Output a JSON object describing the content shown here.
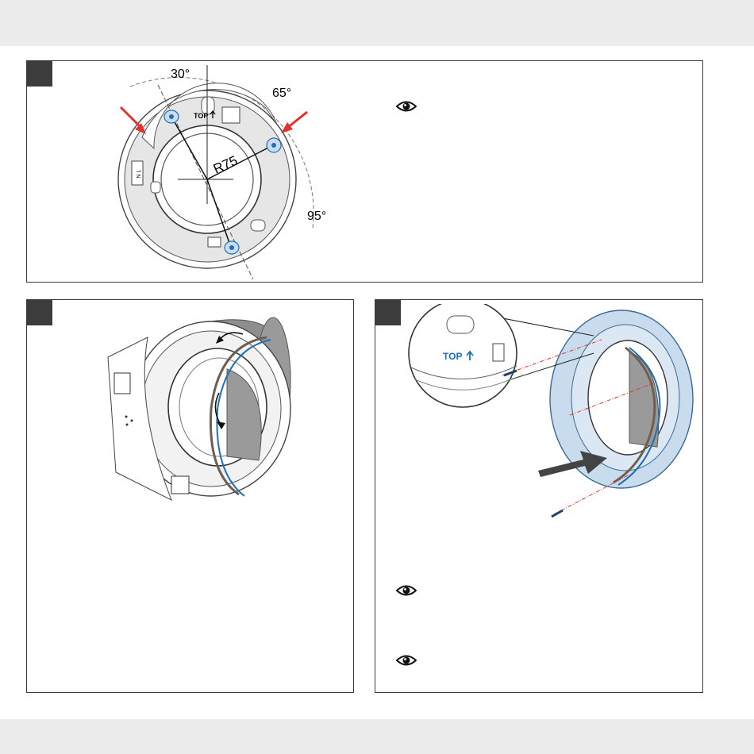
{
  "step1": {
    "angle_a": "30°",
    "angle_b": "65°",
    "angle_c": "95°",
    "radius": "R75",
    "top_mark": "TOP",
    "terminal_mark": "N L"
  },
  "step3": {
    "top_mark": "TOP"
  },
  "icons": {
    "note": "eye-icon",
    "pointer": "arrow-icon"
  },
  "colors": {
    "frame": "#3a3a3a",
    "badge": "#3c3c3c",
    "band": "#ececec",
    "accent_red": "#e2322b",
    "accent_blue": "#1f6fb5",
    "fill_blue": "#c9dced"
  }
}
